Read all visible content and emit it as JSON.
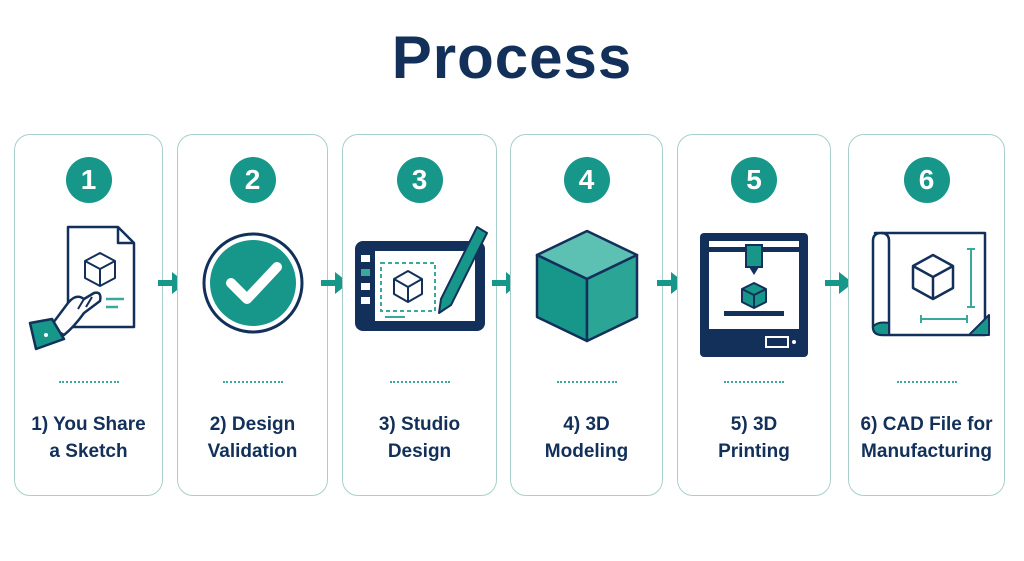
{
  "title": "Process",
  "steps": [
    {
      "number": "1",
      "label": [
        "1) You Share",
        "a Sketch"
      ],
      "icon": "hand-holding-sketch-icon"
    },
    {
      "number": "2",
      "label": [
        "2) Design",
        "Validation"
      ],
      "icon": "checkmark-circle-icon"
    },
    {
      "number": "3",
      "label": [
        "3) Studio",
        "Design"
      ],
      "icon": "tablet-with-stylus-icon"
    },
    {
      "number": "4",
      "label": [
        "4) 3D",
        "Modeling"
      ],
      "icon": "3d-cube-icon"
    },
    {
      "number": "5",
      "label": [
        "5) 3D",
        "Printing"
      ],
      "icon": "3d-printer-icon"
    },
    {
      "number": "6",
      "label": [
        "6) CAD File for",
        "Manufacturing"
      ],
      "icon": "blueprint-icon"
    }
  ],
  "colors": {
    "navy": "#12305a",
    "teal": "#17968a",
    "teal_light": "#3aa99c",
    "border": "#a9cfcc"
  }
}
